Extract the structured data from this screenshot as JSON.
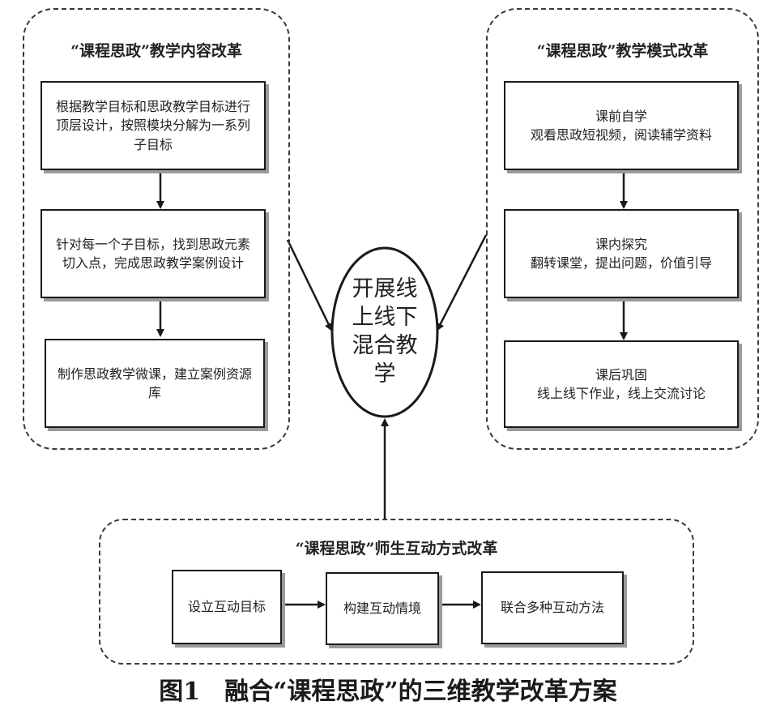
{
  "groups": {
    "content_reform": {
      "title": "“课程思政”教学内容改革",
      "steps": [
        "根据教学目标和思政教学目标进行顶层设计，按照模块分解为一系列子目标",
        "针对每一个子目标，找到思政元素切入点，完成思政教学案例设计",
        "制作思政教学微课，建立案例资源库"
      ]
    },
    "mode_reform": {
      "title": "“课程思政”教学模式改革",
      "steps": [
        {
          "title": "课前自学",
          "detail": "观看思政短视频，阅读辅学资料"
        },
        {
          "title": "课内探究",
          "detail": "翻转课堂，提出问题，价值引导"
        },
        {
          "title": "课后巩固",
          "detail": "线上线下作业，线上交流讨论"
        }
      ]
    },
    "interaction_reform": {
      "title": "“课程思政”师生互动方式改革",
      "steps": [
        "设立互动目标",
        "构建互动情境",
        "联合多种互动方法"
      ]
    }
  },
  "center": {
    "label": "开展线上线下混合教学"
  },
  "caption": "图1　融合“课程思政”的三维教学改革方案",
  "colors": {
    "line": "#1a1a1a",
    "dash": "#3a3a3a",
    "shadow": "#9a9a9a"
  }
}
